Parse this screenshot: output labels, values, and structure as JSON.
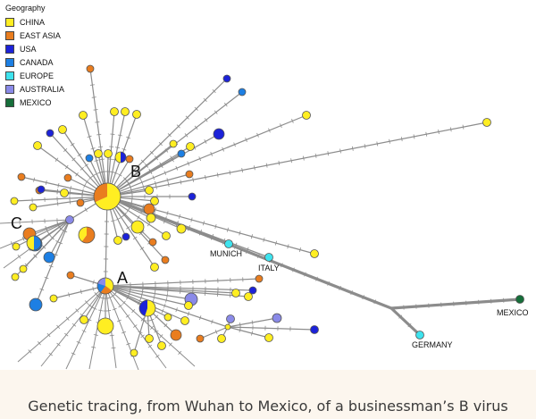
{
  "legend": {
    "title": "Geography",
    "items": [
      {
        "label": "CHINA",
        "color": "#ffee22"
      },
      {
        "label": "EAST ASIA",
        "color": "#e97d1f"
      },
      {
        "label": "USA",
        "color": "#1c22d8"
      },
      {
        "label": "CANADA",
        "color": "#1d7fe3"
      },
      {
        "label": "EUROPE",
        "color": "#3ee3ee"
      },
      {
        "label": "AUSTRALIA",
        "color": "#8a8ae8"
      },
      {
        "label": "MEXICO",
        "color": "#166e3a"
      }
    ]
  },
  "clusters": {
    "a": "A",
    "b": "B",
    "c": "C"
  },
  "places": {
    "munich": "MUNICH",
    "italy": "ITALY",
    "germany": "GERMANY",
    "mexico": "MEXICO"
  },
  "caption": "Genetic tracing, from Wuhan to Mexico, of a businessman’s B virus"
}
